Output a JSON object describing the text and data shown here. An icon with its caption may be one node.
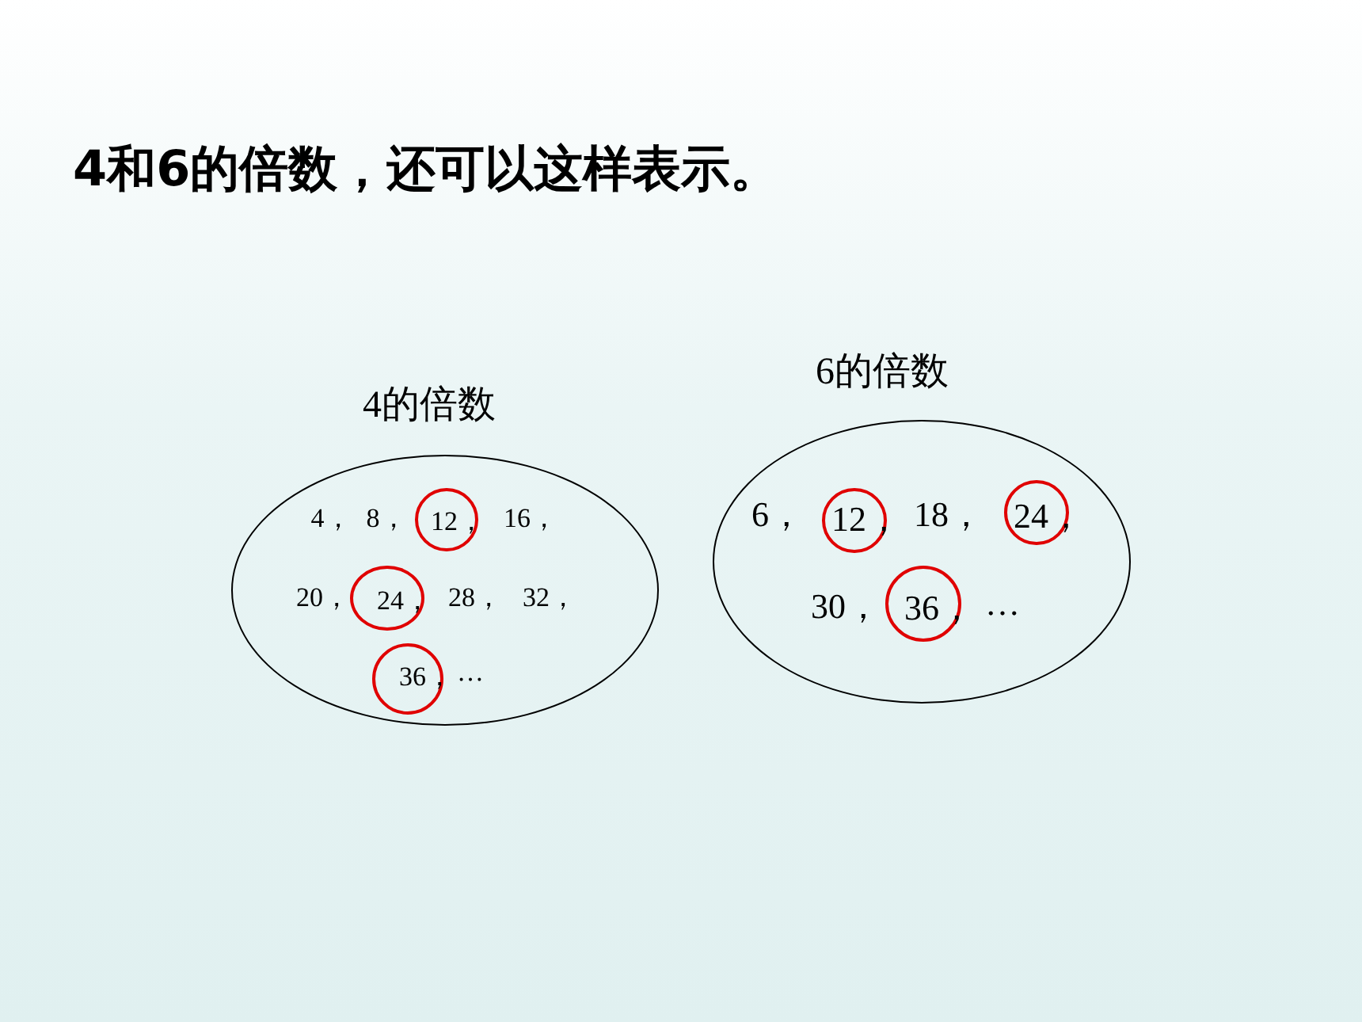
{
  "diagram": {
    "title": "4和6的倍数，还可以这样表示。",
    "nodes": [
      {
        "text": [
          "4的倍数",
          "4，",
          "8，",
          "16，",
          "20，",
          "28，",
          "32，",
          "…"
        ]
      },
      {
        "text": [
          "12，"
        ],
        "in": 0
      },
      {
        "text": [
          "24，"
        ],
        "in": 0
      },
      {
        "text": [
          "36，"
        ],
        "in": 0
      },
      {
        "text": [
          "6的倍数",
          "6，",
          "18，",
          "30，",
          "…"
        ]
      },
      {
        "text": [
          "12，"
        ],
        "in": 4
      },
      {
        "text": [
          "24，"
        ],
        "in": 4
      },
      {
        "text": [
          "36，"
        ],
        "in": 4
      }
    ]
  }
}
